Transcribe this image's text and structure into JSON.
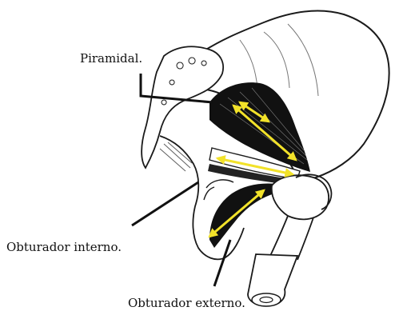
{
  "labels": {
    "piramidal": "Piramidal.",
    "obturador_interno": "Obturador interno.",
    "obturador_externo": "Obturador externo."
  },
  "colors": {
    "arrow": "#f2e22a",
    "muscle": "#111111",
    "ink": "#1a1a1a"
  }
}
